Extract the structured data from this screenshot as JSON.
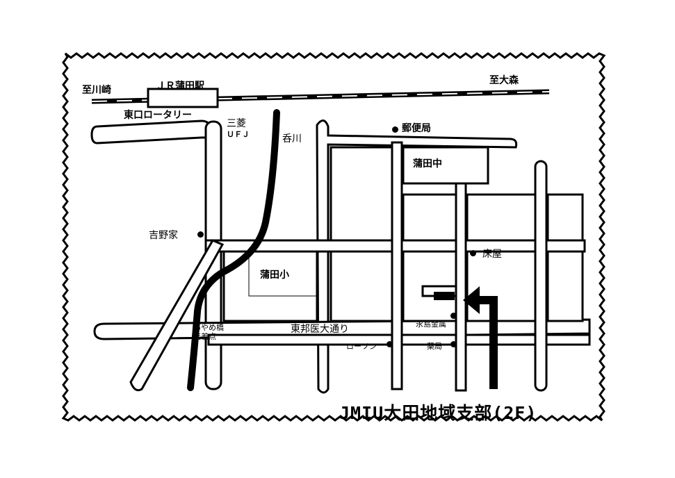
{
  "map": {
    "title": "JMIU大田地域支部(2F)",
    "stations": {
      "station": "ＪＲ蒲田駅",
      "rotary": "東口ロータリー",
      "left": "至川崎",
      "right": "至大森"
    },
    "landmarks": {
      "bank_line1": "三菱",
      "bank_line2": "ＵＦＪ",
      "river": "呑川",
      "post_office": "郵便局",
      "middle_school": "蒲田中",
      "yoshinoya": "吉野家",
      "elementary_school": "蒲田小",
      "barber": "床屋",
      "nagashima": "永島金属",
      "lawson": "ローソン",
      "pharmacy": "薬局",
      "intersection_line1": "あやめ橋",
      "intersection_line2": "交差点",
      "street": "東邦医大通り"
    },
    "colors": {
      "ink": "#000000",
      "paper": "#ffffff"
    }
  }
}
